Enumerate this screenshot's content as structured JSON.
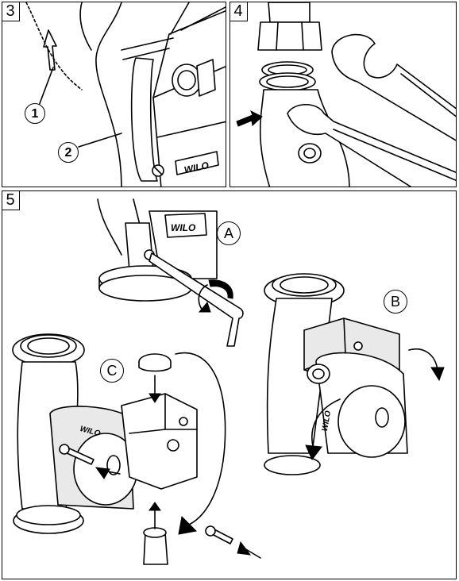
{
  "panels": {
    "p3": {
      "number": "3",
      "callouts": [
        "1",
        "2"
      ],
      "brand": "WILO"
    },
    "p4": {
      "number": "4"
    },
    "p5": {
      "number": "5",
      "letters": [
        "A",
        "B",
        "C"
      ],
      "brand": "WILO"
    }
  },
  "icons": [
    "up-arrow-outline-icon",
    "push-arrow-icon",
    "curved-arrow-icon",
    "rotate-arrow-icon"
  ]
}
